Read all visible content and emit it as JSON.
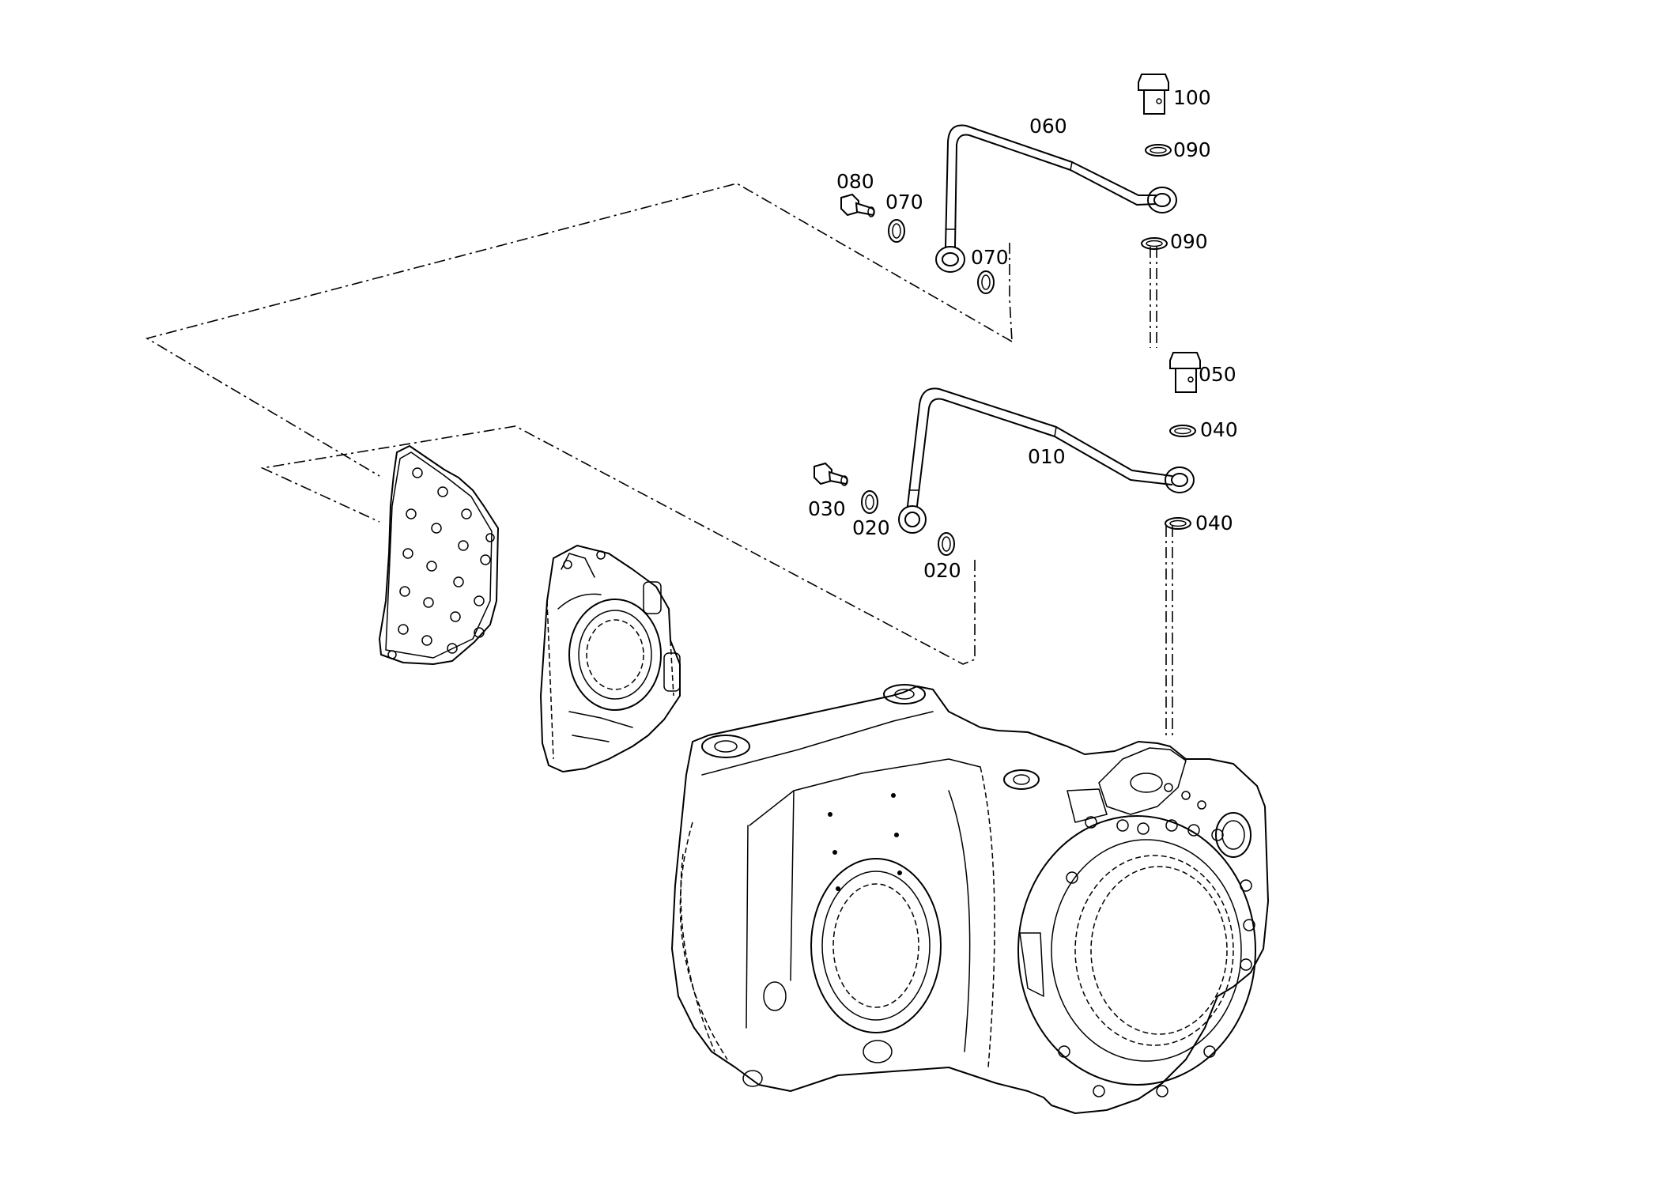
{
  "callouts": {
    "p010": "010",
    "p020a": "020",
    "p020b": "020",
    "p030": "030",
    "p040a": "040",
    "p040b": "040",
    "p050": "050",
    "p060": "060",
    "p070a": "070",
    "p070b": "070",
    "p080": "080",
    "p090a": "090",
    "p090b": "090",
    "p100": "100"
  },
  "colors": {
    "line": "#000000",
    "background": "#ffffff"
  }
}
